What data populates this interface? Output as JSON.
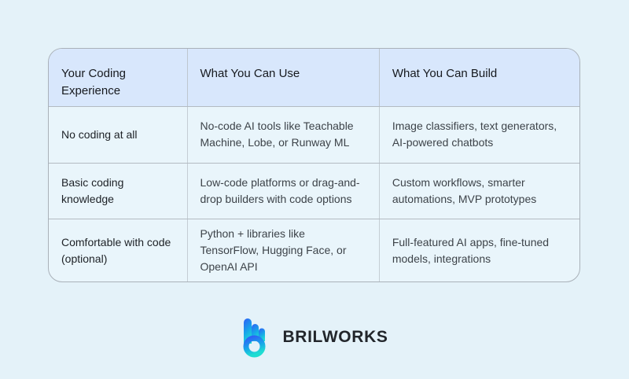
{
  "page": {
    "background_color": "#E4F2F9"
  },
  "table": {
    "header_bg_color": "#D8E7FC",
    "body_bg_color": "#E9F5FB",
    "border_color": "#A9B1B9",
    "columns": [
      "Your Coding Experience",
      "What You Can Use",
      "What You Can Build"
    ],
    "rows": [
      {
        "experience": "No coding at all",
        "use": "No-code AI tools like Teachable Machine, Lobe, or Runway ML",
        "build": "Image classifiers, text generators, AI-powered chatbots"
      },
      {
        "experience": "Basic coding knowledge",
        "use": "Low-code platforms or drag-and-drop builders with code options",
        "build": "Custom workflows, smarter automations, MVP prototypes"
      },
      {
        "experience": "Comfortable with code (optional)",
        "use": "Python + libraries like TensorFlow, Hugging Face, or OpenAI API",
        "build": "Full-featured AI apps, fine-tuned models, integrations"
      }
    ]
  },
  "footer": {
    "brand": "BRILWORKS",
    "logo_gradient_top": "#2D63F6",
    "logo_gradient_mid": "#17A6E9",
    "logo_gradient_bottom": "#1EDDD2"
  },
  "chart_data": {
    "type": "table",
    "title": "",
    "columns": [
      "Your Coding Experience",
      "What You Can Use",
      "What You Can Build"
    ],
    "rows": [
      [
        "No coding at all",
        "No-code AI tools like Teachable Machine, Lobe, or Runway ML",
        "Image classifiers, text generators, AI-powered chatbots"
      ],
      [
        "Basic coding knowledge",
        "Low-code platforms or drag-and-drop builders with code options",
        "Custom workflows, smarter automations, MVP prototypes"
      ],
      [
        "Comfortable with code (optional)",
        "Python + libraries like TensorFlow, Hugging Face, or OpenAI API",
        "Full-featured AI apps, fine-tuned models, integrations"
      ]
    ]
  }
}
